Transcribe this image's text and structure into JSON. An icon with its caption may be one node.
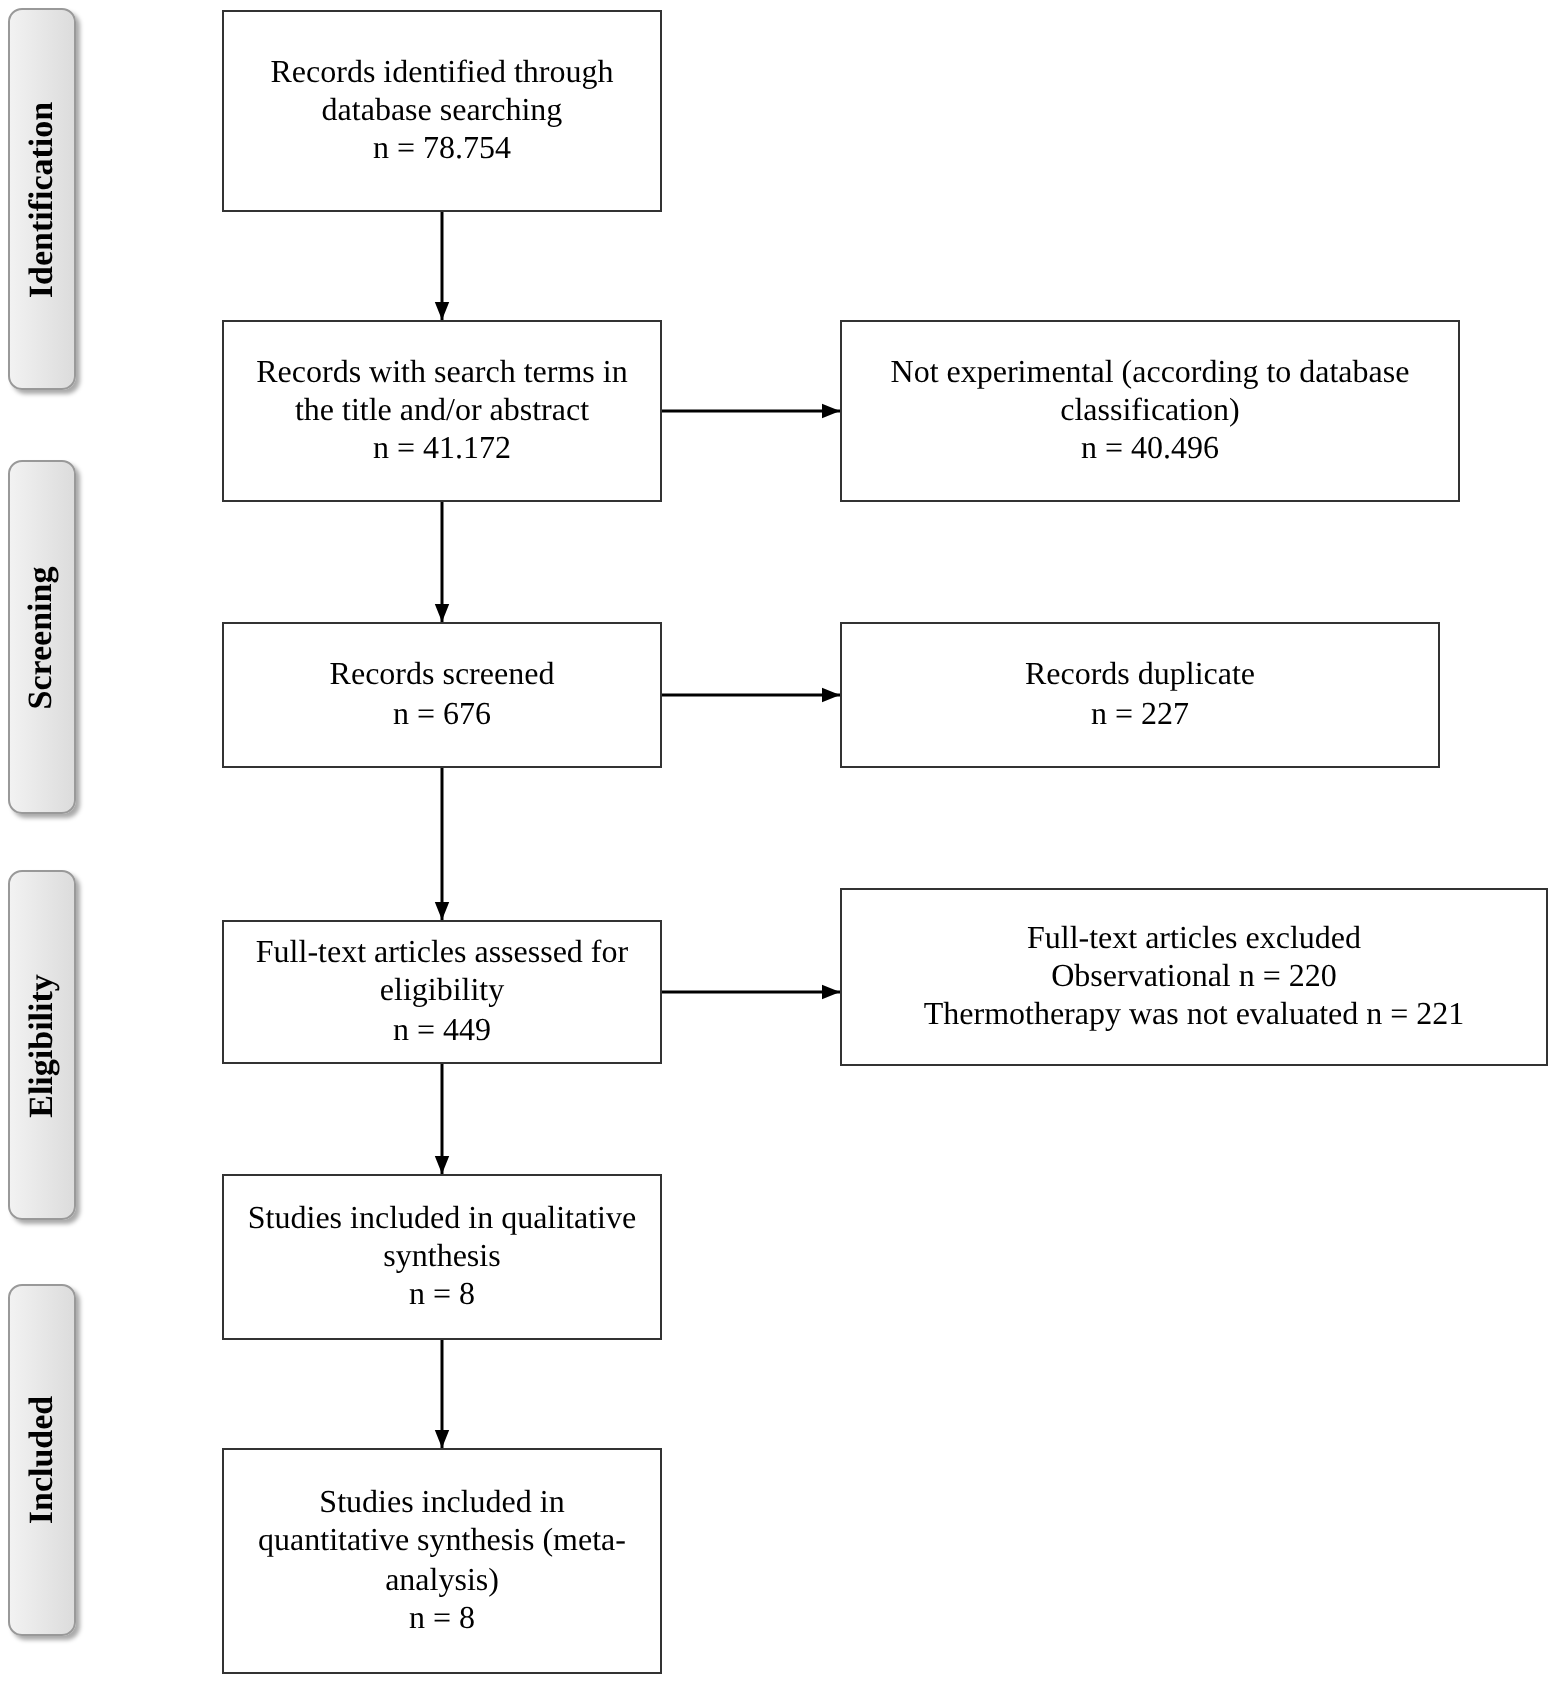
{
  "diagram": {
    "nodes": [
      {
        "text": [
          "Identification"
        ]
      },
      {
        "text": [
          "Screening"
        ]
      },
      {
        "text": [
          "Eligibility"
        ]
      },
      {
        "text": [
          "Included"
        ]
      },
      {
        "text": [
          "Records identified through database searching",
          "n = 78.754"
        ]
      },
      {
        "text": [
          "Records with search terms in the title and/or abstract",
          "n = 41.172"
        ]
      },
      {
        "text": [
          "Not experimental (according to database classification)",
          "n = 40.496"
        ]
      },
      {
        "text": [
          "Records screened",
          "n = 676"
        ]
      },
      {
        "text": [
          "Records duplicate",
          "n = 227"
        ]
      },
      {
        "text": [
          "Full-text articles assessed for eligibility",
          "n = 449"
        ]
      },
      {
        "text": [
          "Full-text articles excluded",
          "Observational n = 220",
          "Thermotherapy was not evaluated n = 221"
        ]
      },
      {
        "text": [
          "Studies included in qualitative synthesis",
          "n = 8"
        ]
      },
      {
        "text": [
          "Studies included in quantitative synthesis (meta-analysis)",
          "n = 8"
        ]
      }
    ],
    "edges": [
      {
        "from": 4,
        "to": 5,
        "arrow": "to"
      },
      {
        "from": 5,
        "to": 6,
        "arrow": "to"
      },
      {
        "from": 5,
        "to": 7,
        "arrow": "to"
      },
      {
        "from": 7,
        "to": 8,
        "arrow": "to"
      },
      {
        "from": 7,
        "to": 9,
        "arrow": "to"
      },
      {
        "from": 9,
        "to": 10,
        "arrow": "to"
      },
      {
        "from": 9,
        "to": 11,
        "arrow": "to"
      },
      {
        "from": 11,
        "to": 12,
        "arrow": "to"
      }
    ]
  }
}
